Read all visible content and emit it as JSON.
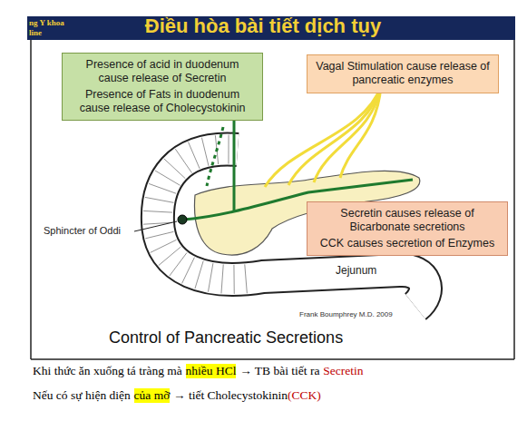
{
  "diagram": {
    "title": "Điều hòa bài tiết dịch tụy",
    "caption": "Control of Pancreatic Secretions",
    "nodes": [
      {
        "text": [
          "Presence of acid in duodenum cause release of Secretin",
          "Presence of Fats in duodenum cause release of Cholecystokinin"
        ]
      },
      {
        "text": [
          "Vagal Stimulation cause release of pancreatic enzymes"
        ]
      },
      {
        "text": [
          "Secretin causes release of Bicarbonate secretions",
          "CCK causes secretion of Enzymes"
        ]
      }
    ],
    "labels": [
      "ng Y khoa",
      "line",
      "Sphincter of Oddi",
      "Jejunum",
      "Frank Boumphrey M.D. 2009",
      "Khi thức ăn xuống tá tràng mà",
      "nhiều HCl",
      "→ TB bài tiết ra",
      "Secretin",
      "Nếu có sự hiện diện",
      "của mỡ",
      "→ tiết Cholecystokinin",
      "(CCK)"
    ]
  }
}
